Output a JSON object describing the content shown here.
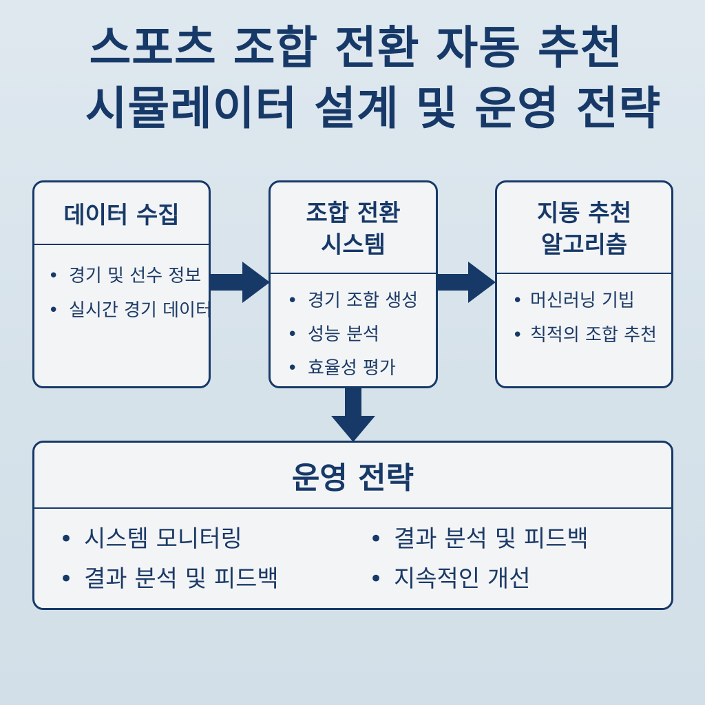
{
  "title": {
    "line1": "스포츠 조합 전환 자동 추천",
    "line2": "시뮬레이터 설계 및 운영 전략"
  },
  "boxes": {
    "data_collection": {
      "heading": "데이터 수집",
      "items": [
        "경기 및 선수 정보",
        "실시간 경기 데이터"
      ]
    },
    "combo_system": {
      "heading_line1": "조합 전환",
      "heading_line2": "시스템",
      "items": [
        "경기 조함 생성",
        "성능 분석",
        "효율성 평가"
      ]
    },
    "algorithm": {
      "heading_line1": "지동 추천",
      "heading_line2": "알고리츰",
      "items": [
        "머신러닝 기빕",
        "칙적의 조합 추천"
      ]
    },
    "operations": {
      "heading": "운영 전략",
      "left_items": [
        "시스템 모니터링",
        "결과 분석 및 피드백"
      ],
      "right_items": [
        "결과 분석 및 피드백",
        "지속적인 개선"
      ]
    }
  },
  "colors": {
    "primary": "#173968",
    "box_fill": "#f3f4f6",
    "background": "#dae5ed"
  }
}
